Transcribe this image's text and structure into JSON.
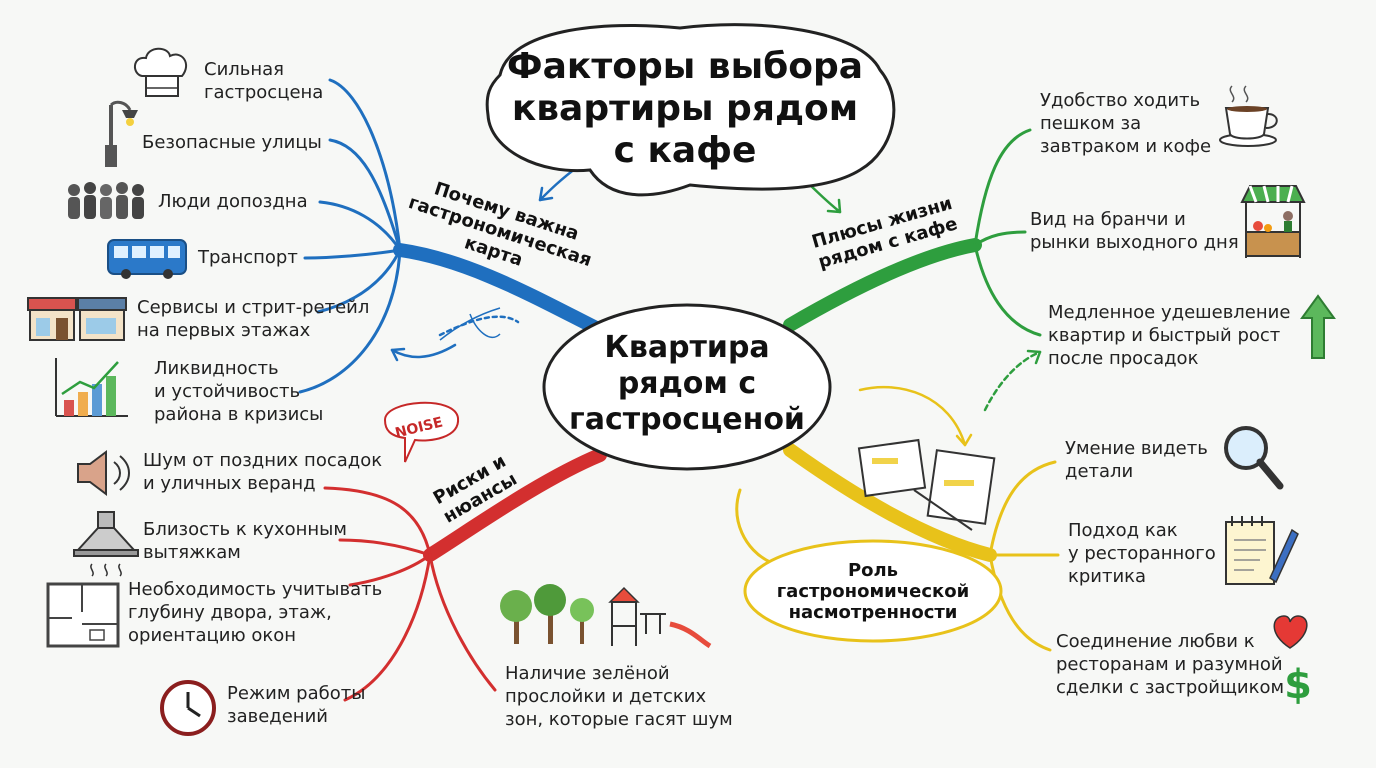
{
  "title": "Факторы выбора\nквартиры рядом\nс кафе",
  "center": "Квартира\nрядом с\nгастросценой",
  "noise_label": "NOISE",
  "colors": {
    "blue": "#1f6fbf",
    "green": "#2e9e3e",
    "red": "#d32f2f",
    "yellow": "#e8c21a",
    "outline": "#222222"
  },
  "branches": {
    "gastro_map": {
      "title": "Почему важна\nгастрономическая\nкарта",
      "items": [
        {
          "label": "Сильная\nгастросцена",
          "icon": "chef-hat-icon"
        },
        {
          "label": "Безопасные улицы",
          "icon": "street-lamp-icon"
        },
        {
          "label": "Люди допоздна",
          "icon": "crowd-icon"
        },
        {
          "label": "Транспорт",
          "icon": "bus-icon"
        },
        {
          "label": "Сервисы и стрит-ретейл\nна первых этажах",
          "icon": "storefront-icon"
        },
        {
          "label": "Ликвидность\nи устойчивость\nрайона в кризисы",
          "icon": "bar-chart-icon"
        }
      ]
    },
    "pluses": {
      "title": "Плюсы жизни\nрядом с кафе",
      "items": [
        {
          "label": "Удобство ходить\nпешком за\nзавтраком и кофе",
          "icon": "coffee-cup-icon"
        },
        {
          "label": "Вид на бранчи и\nрынки выходного дня",
          "icon": "market-stall-icon"
        },
        {
          "label": "Медленное удешевление\nквартир и быстрый рост\nпосле просадок",
          "icon": "arrow-up-icon"
        }
      ]
    },
    "risks": {
      "title": "Риски и\nнюансы",
      "items": [
        {
          "label": "Шум от поздних посадок\nи уличных веранд",
          "icon": "speaker-icon"
        },
        {
          "label": "Близость к кухонным\nвытяжкам",
          "icon": "kitchen-hood-icon"
        },
        {
          "label": "Необходимость учитывать\nглубину двора, этаж,\nориентацию окон",
          "icon": "floor-plan-icon"
        },
        {
          "label": "Режим работы\nзаведений",
          "icon": "clock-icon"
        },
        {
          "label": "Наличие зелёной\nпрослойки и детских\nзон, которые гасят шум",
          "icon": "park-playground-icon"
        }
      ]
    },
    "role": {
      "title": "Роль\nгастрономической\nнасмотренности",
      "items": [
        {
          "label": "Умение видеть\nдетали",
          "icon": "magnifier-icon"
        },
        {
          "label": "Подход как\nу ресторанного\nкритика",
          "icon": "notepad-pen-icon"
        },
        {
          "label": "Соединение любви к\nресторанам и разумной\nсделки с застройщиком",
          "icon": "heart-dollar-icon"
        }
      ]
    }
  }
}
